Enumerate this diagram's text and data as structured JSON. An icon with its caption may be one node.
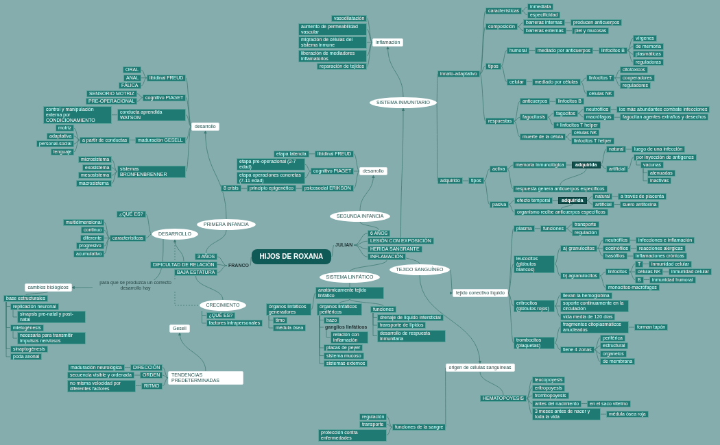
{
  "diagram": {
    "nodes": [
      {
        "text": [
          "HIJOS DE ROXANA"
        ]
      },
      {
        "text": [
          "FRANCO"
        ]
      },
      {
        "text": [
          "3 AÑOS"
        ]
      },
      {
        "text": [
          "DIFICULTAD DE RELACIÓN"
        ]
      },
      {
        "text": [
          "BAJA ESTATURA"
        ]
      },
      {
        "text": [
          "PRIMERA INFANCIA"
        ]
      },
      {
        "text": [
          "desarrollo"
        ]
      },
      {
        "text": [
          "libidinal FREUD"
        ]
      },
      {
        "text": [
          "ORAL"
        ]
      },
      {
        "text": [
          "ANAL"
        ]
      },
      {
        "text": [
          "FÁLICA"
        ]
      },
      {
        "text": [
          "cognitivo PIAGET"
        ]
      },
      {
        "text": [
          "SENSORIO MOTRIZ"
        ]
      },
      {
        "text": [
          "PRE-OPERACIONAL"
        ]
      },
      {
        "text": [
          "conducta aprendida WATSON"
        ]
      },
      {
        "text": [
          "control y manipulación externa por CONDICIONAMIENTO"
        ]
      },
      {
        "text": [
          "maduración GESELL"
        ]
      },
      {
        "text": [
          "a partir de conductas"
        ]
      },
      {
        "text": [
          "motriz"
        ]
      },
      {
        "text": [
          "adaptativa"
        ]
      },
      {
        "text": [
          "personal-social"
        ]
      },
      {
        "text": [
          "lenguaje"
        ]
      },
      {
        "text": [
          "sistemas BRONFENBRENNER"
        ]
      },
      {
        "text": [
          "microsistema"
        ]
      },
      {
        "text": [
          "exosistema"
        ]
      },
      {
        "text": [
          "mesosistema"
        ]
      },
      {
        "text": [
          "macrosistema"
        ]
      },
      {
        "text": [
          "DESARROLLO"
        ]
      },
      {
        "text": [
          "¿QUÉ ES?"
        ]
      },
      {
        "text": [
          "características"
        ]
      },
      {
        "text": [
          "multidimensional"
        ]
      },
      {
        "text": [
          "continuo"
        ]
      },
      {
        "text": [
          "diferente"
        ]
      },
      {
        "text": [
          "progresivo"
        ]
      },
      {
        "text": [
          "acumulativo"
        ]
      },
      {
        "text": [
          "cambios biológicos"
        ]
      },
      {
        "text": [
          "base estructurales"
        ]
      },
      {
        "text": [
          "replicación neuronal"
        ]
      },
      {
        "text": [
          "sinapsis pre-natal y post-natal"
        ]
      },
      {
        "text": [
          "mielogénesis"
        ]
      },
      {
        "text": [
          "necesaria para transmitir impulsos nerviosos"
        ]
      },
      {
        "text": [
          "sinaptogénesis"
        ]
      },
      {
        "text": [
          "poda axonal"
        ]
      },
      {
        "text": [
          "CRECIMIENTO"
        ]
      },
      {
        "text": [
          "¿QUÉ ES?"
        ]
      },
      {
        "text": [
          "factores intrapersonales"
        ]
      },
      {
        "text": [
          "Gesell"
        ]
      },
      {
        "text": [
          "TENDENCIAS PREDETERMINADAS"
        ]
      },
      {
        "text": [
          "DIRECCIÓN"
        ]
      },
      {
        "text": [
          "maduración neurológica"
        ]
      },
      {
        "text": [
          "ORDEN"
        ]
      },
      {
        "text": [
          "secuencia visible y ordenada"
        ]
      },
      {
        "text": [
          "RITMO"
        ]
      },
      {
        "text": [
          "no misma velocidad por diferentes factores"
        ]
      },
      {
        "text": [
          "JULIAN"
        ]
      },
      {
        "text": [
          "6 AÑOS"
        ]
      },
      {
        "text": [
          "LESIÓN CON EXPOSICIÓN"
        ]
      },
      {
        "text": [
          "HERIDA SANGRANTE"
        ]
      },
      {
        "text": [
          "INFLAMACIÓN"
        ]
      },
      {
        "text": [
          "SEGUNDA INFANCIA"
        ]
      },
      {
        "text": [
          "desarrollo"
        ]
      },
      {
        "text": [
          "libidinal FREUD"
        ]
      },
      {
        "text": [
          "etapa latencia"
        ]
      },
      {
        "text": [
          "cognitivo PIAGET"
        ]
      },
      {
        "text": [
          "etapa pre-operacional (2-7 edad)"
        ]
      },
      {
        "text": [
          "etapa operaciones concretas (7-11 edad)"
        ]
      },
      {
        "text": [
          "psicosocial ERIKSON"
        ]
      },
      {
        "text": [
          "principio epigenético"
        ]
      },
      {
        "text": [
          "8 crisis"
        ]
      },
      {
        "text": [
          "SISTEMA INMUNITARIO"
        ]
      },
      {
        "text": [
          "inflamación"
        ]
      },
      {
        "text": [
          "vasodilatación"
        ]
      },
      {
        "text": [
          "aumento de permeabilidad vascular"
        ]
      },
      {
        "text": [
          "migración de células del sistema inmune"
        ]
      },
      {
        "text": [
          "liberación de mediadores inflamatorios"
        ]
      },
      {
        "text": [
          "reparación de tejidos"
        ]
      },
      {
        "text": [
          "innato-adaptativo"
        ]
      },
      {
        "text": [
          "características"
        ]
      },
      {
        "text": [
          "inmediata"
        ]
      },
      {
        "text": [
          "especificidad"
        ]
      },
      {
        "text": [
          "composición"
        ]
      },
      {
        "text": [
          "barreras internas"
        ]
      },
      {
        "text": [
          "producen anticuerpos"
        ]
      },
      {
        "text": [
          "barreras externas"
        ]
      },
      {
        "text": [
          "piel y mucosas"
        ]
      },
      {
        "text": [
          "tipos"
        ]
      },
      {
        "text": [
          "humoral"
        ]
      },
      {
        "text": [
          "mediado por anticuerpos"
        ]
      },
      {
        "text": [
          "linfocitos B"
        ]
      },
      {
        "text": [
          "vírgenes"
        ]
      },
      {
        "text": [
          "de memoria"
        ]
      },
      {
        "text": [
          "plasmáticas"
        ]
      },
      {
        "text": [
          "reguladoras"
        ]
      },
      {
        "text": [
          "celular"
        ]
      },
      {
        "text": [
          "mediado por células"
        ]
      },
      {
        "text": [
          "linfocitos T"
        ]
      },
      {
        "text": [
          "citotóxicos"
        ]
      },
      {
        "text": [
          "cooperadores"
        ]
      },
      {
        "text": [
          "reguladores"
        ]
      },
      {
        "text": [
          "células NK"
        ]
      },
      {
        "text": [
          "respuestas"
        ]
      },
      {
        "text": [
          "anticuerpos"
        ]
      },
      {
        "text": [
          "linfocitos B"
        ]
      },
      {
        "text": [
          "fagocitosis"
        ]
      },
      {
        "text": [
          "fagocitos"
        ]
      },
      {
        "text": [
          "neutrófilos"
        ]
      },
      {
        "text": [
          "los más abundantes combate infecciones"
        ]
      },
      {
        "text": [
          "macrófagos"
        ]
      },
      {
        "text": [
          "fagocitan agentes extraños y desechos"
        ]
      },
      {
        "text": [
          "+ linfocitos T helper"
        ]
      },
      {
        "text": [
          "muerte de la célula"
        ]
      },
      {
        "text": [
          "células NK"
        ]
      },
      {
        "text": [
          "linfocitos T helper"
        ]
      },
      {
        "text": [
          "adquirido"
        ]
      },
      {
        "text": [
          "tipos"
        ]
      },
      {
        "text": [
          "activa"
        ]
      },
      {
        "text": [
          "memoria inmunológica"
        ]
      },
      {
        "text": [
          "respuesta genera anticuerpos específicos"
        ]
      },
      {
        "text": [
          "adquirida"
        ]
      },
      {
        "text": [
          "natural"
        ]
      },
      {
        "text": [
          "luego de una infección"
        ]
      },
      {
        "text": [
          "artificial"
        ]
      },
      {
        "text": [
          "por inyección de antígenos"
        ]
      },
      {
        "text": [
          "vacunas"
        ]
      },
      {
        "text": [
          "atenuadas"
        ]
      },
      {
        "text": [
          "inactivas"
        ]
      },
      {
        "text": [
          "pasiva"
        ]
      },
      {
        "text": [
          "efecto temporal"
        ]
      },
      {
        "text": [
          "organismo recibe anticuerpos específicos"
        ]
      },
      {
        "text": [
          "adquirida"
        ]
      },
      {
        "text": [
          "natural"
        ]
      },
      {
        "text": [
          "a través de placenta"
        ]
      },
      {
        "text": [
          "artificial"
        ]
      },
      {
        "text": [
          "suero antitoxina"
        ]
      },
      {
        "text": [
          "TEJIDO SANGUÍNEO"
        ]
      },
      {
        "text": [
          "tejido conectivo líquido"
        ]
      },
      {
        "text": [
          "plasma"
        ]
      },
      {
        "text": [
          "funciones"
        ]
      },
      {
        "text": [
          "transporte"
        ]
      },
      {
        "text": [
          "regulación"
        ]
      },
      {
        "text": [
          "leucocitos (glóbulos blancos)"
        ]
      },
      {
        "text": [
          "a) granulocitos"
        ]
      },
      {
        "text": [
          "neutrófilos"
        ]
      },
      {
        "text": [
          "infecciones e inflamación"
        ]
      },
      {
        "text": [
          "eosinófilos"
        ]
      },
      {
        "text": [
          "reacciones alérgicas"
        ]
      },
      {
        "text": [
          "basófilos"
        ]
      },
      {
        "text": [
          "inflamaciones crónicas"
        ]
      },
      {
        "text": [
          "b) agranulocitos"
        ]
      },
      {
        "text": [
          "linfocitos"
        ]
      },
      {
        "text": [
          "T"
        ]
      },
      {
        "text": [
          "inmunidad celular"
        ]
      },
      {
        "text": [
          "células NK"
        ]
      },
      {
        "text": [
          "inmunidad celular"
        ]
      },
      {
        "text": [
          "B"
        ]
      },
      {
        "text": [
          "inmunidad humoral"
        ]
      },
      {
        "text": [
          "monocitos-macrófagos"
        ]
      },
      {
        "text": [
          "eritrocitos (glóbulos rojos)"
        ]
      },
      {
        "text": [
          "llevan la hemoglobina"
        ]
      },
      {
        "text": [
          "soporte continuamente en la circulación"
        ]
      },
      {
        "text": [
          "vida media de 120 días"
        ]
      },
      {
        "text": [
          "trombocitos (plaquetas)"
        ]
      },
      {
        "text": [
          "fragmentos citoplasmáticos anucleados"
        ]
      },
      {
        "text": [
          "forman tapón"
        ]
      },
      {
        "text": [
          "tiene 4 zonas"
        ]
      },
      {
        "text": [
          "periférica"
        ]
      },
      {
        "text": [
          "estructural"
        ]
      },
      {
        "text": [
          "organelos"
        ]
      },
      {
        "text": [
          "de membrana"
        ]
      },
      {
        "text": [
          "origen de células sanguíneas"
        ]
      },
      {
        "text": [
          "HEMATOPOYESIS"
        ]
      },
      {
        "text": [
          "leucopoyesis"
        ]
      },
      {
        "text": [
          "eritropoyesis"
        ]
      },
      {
        "text": [
          "trombopoyesis"
        ]
      },
      {
        "text": [
          "antes del nacimiento"
        ]
      },
      {
        "text": [
          "en el saco vitelino"
        ]
      },
      {
        "text": [
          "3 meses antes de nacer y toda la vida"
        ]
      },
      {
        "text": [
          "médula ósea roja"
        ]
      },
      {
        "text": [
          "funciones de la sangre"
        ]
      },
      {
        "text": [
          "regulación"
        ]
      },
      {
        "text": [
          "transporte"
        ]
      },
      {
        "text": [
          "protección contra enfermedades"
        ]
      },
      {
        "text": [
          "SISTEMA LINFÁTICO"
        ]
      },
      {
        "text": [
          "anatómicamente tejido linfático"
        ]
      },
      {
        "text": [
          "órganos linfáticos generadores"
        ]
      },
      {
        "text": [
          "timo"
        ]
      },
      {
        "text": [
          "médula ósea"
        ]
      },
      {
        "text": [
          "órganos linfáticos periféricos"
        ]
      },
      {
        "text": [
          "bazo"
        ]
      },
      {
        "text": [
          "ganglios linfáticos"
        ]
      },
      {
        "text": [
          "relación con inflamación"
        ]
      },
      {
        "text": [
          "placas de peyer"
        ]
      },
      {
        "text": [
          "sistema mucoso"
        ]
      },
      {
        "text": [
          "sistemas externos"
        ]
      },
      {
        "text": [
          "funciones"
        ]
      },
      {
        "text": [
          "drenaje de líquido intersticial"
        ]
      },
      {
        "text": [
          "transporte de lípidos"
        ]
      },
      {
        "text": [
          "desarrollo de respuesta inmunitaria"
        ]
      }
    ],
    "edges": [
      {
        "from": 0,
        "to": 1,
        "arrow": "none"
      },
      {
        "from": 1,
        "to": 2,
        "arrow": "none"
      },
      {
        "from": 1,
        "to": 3,
        "arrow": "none"
      },
      {
        "from": 1,
        "to": 4,
        "arrow": "none"
      },
      {
        "from": 2,
        "to": 5,
        "arrow": "none"
      },
      {
        "from": 5,
        "to": 6,
        "arrow": "to"
      },
      {
        "from": 6,
        "to": 7,
        "arrow": "none"
      },
      {
        "from": 7,
        "to": 8,
        "arrow": "none"
      },
      {
        "from": 7,
        "to": 9,
        "arrow": "none"
      },
      {
        "from": 7,
        "to": 10,
        "arrow": "none"
      },
      {
        "from": 6,
        "to": 11,
        "arrow": "none"
      },
      {
        "from": 11,
        "to": 12,
        "arrow": "none"
      },
      {
        "from": 11,
        "to": 13,
        "arrow": "none"
      },
      {
        "from": 6,
        "to": 14,
        "arrow": "none"
      },
      {
        "from": 14,
        "to": 15,
        "arrow": "none"
      },
      {
        "from": 6,
        "to": 16,
        "arrow": "none"
      },
      {
        "from": 16,
        "to": 17,
        "arrow": "none"
      },
      {
        "from": 17,
        "to": 18,
        "arrow": "none"
      },
      {
        "from": 17,
        "to": 19,
        "arrow": "none"
      },
      {
        "from": 17,
        "to": 20,
        "arrow": "none"
      },
      {
        "from": 17,
        "to": 21,
        "arrow": "none"
      },
      {
        "from": 6,
        "to": 22,
        "arrow": "none"
      },
      {
        "from": 22,
        "to": 23,
        "arrow": "none"
      },
      {
        "from": 22,
        "to": 24,
        "arrow": "none"
      },
      {
        "from": 22,
        "to": 25,
        "arrow": "none"
      },
      {
        "from": 22,
        "to": 26,
        "arrow": "none"
      },
      {
        "from": 3,
        "to": 27,
        "arrow": "to"
      },
      {
        "from": 27,
        "to": 28,
        "arrow": "none"
      },
      {
        "from": 27,
        "to": 29,
        "arrow": "none"
      },
      {
        "from": 29,
        "to": 30,
        "arrow": "none"
      },
      {
        "from": 29,
        "to": 31,
        "arrow": "none"
      },
      {
        "from": 29,
        "to": 32,
        "arrow": "none"
      },
      {
        "from": 29,
        "to": 33,
        "arrow": "none"
      },
      {
        "from": 29,
        "to": 34,
        "arrow": "none"
      },
      {
        "from": 27,
        "to": 35,
        "arrow": "to",
        "label": "para que se produzca un correcto desarrollo hay"
      },
      {
        "from": 35,
        "to": 36,
        "arrow": "none"
      },
      {
        "from": 36,
        "to": 37,
        "arrow": "none"
      },
      {
        "from": 37,
        "to": 38,
        "arrow": "none"
      },
      {
        "from": 36,
        "to": 39,
        "arrow": "none"
      },
      {
        "from": 39,
        "to": 40,
        "arrow": "none"
      },
      {
        "from": 36,
        "to": 41,
        "arrow": "none"
      },
      {
        "from": 36,
        "to": 42,
        "arrow": "none"
      },
      {
        "from": 4,
        "to": 43,
        "arrow": "none"
      },
      {
        "from": 27,
        "to": 43,
        "arrow": "none",
        "style": "dashed"
      },
      {
        "from": 43,
        "to": 44,
        "arrow": "none"
      },
      {
        "from": 43,
        "to": 45,
        "arrow": "none"
      },
      {
        "from": 47,
        "to": 46,
        "arrow": "to"
      },
      {
        "from": 47,
        "to": 48,
        "arrow": "none"
      },
      {
        "from": 48,
        "to": 49,
        "arrow": "none"
      },
      {
        "from": 47,
        "to": 50,
        "arrow": "none"
      },
      {
        "from": 50,
        "to": 51,
        "arrow": "none"
      },
      {
        "from": 47,
        "to": 52,
        "arrow": "none"
      },
      {
        "from": 52,
        "to": 53,
        "arrow": "none"
      },
      {
        "from": 0,
        "to": 54,
        "arrow": "none"
      },
      {
        "from": 54,
        "to": 55,
        "arrow": "none"
      },
      {
        "from": 54,
        "to": 56,
        "arrow": "none"
      },
      {
        "from": 54,
        "to": 57,
        "arrow": "none"
      },
      {
        "from": 54,
        "to": 58,
        "arrow": "none"
      },
      {
        "from": 55,
        "to": 59,
        "arrow": "none"
      },
      {
        "from": 59,
        "to": 60,
        "arrow": "to"
      },
      {
        "from": 60,
        "to": 61,
        "arrow": "none"
      },
      {
        "from": 61,
        "to": 62,
        "arrow": "none"
      },
      {
        "from": 60,
        "to": 63,
        "arrow": "none"
      },
      {
        "from": 63,
        "to": 64,
        "arrow": "none"
      },
      {
        "from": 63,
        "to": 65,
        "arrow": "none"
      },
      {
        "from": 60,
        "to": 66,
        "arrow": "none"
      },
      {
        "from": 66,
        "to": 67,
        "arrow": "none"
      },
      {
        "from": 67,
        "to": 68,
        "arrow": "none"
      },
      {
        "from": 56,
        "to": 69,
        "arrow": "to"
      },
      {
        "from": 69,
        "to": 70,
        "arrow": "to"
      },
      {
        "from": 70,
        "to": 71,
        "arrow": "none"
      },
      {
        "from": 70,
        "to": 72,
        "arrow": "none"
      },
      {
        "from": 70,
        "to": 73,
        "arrow": "none"
      },
      {
        "from": 70,
        "to": 74,
        "arrow": "none"
      },
      {
        "from": 70,
        "to": 75,
        "arrow": "none"
      },
      {
        "from": 69,
        "to": 76,
        "arrow": "none"
      },
      {
        "from": 76,
        "to": 77,
        "arrow": "none"
      },
      {
        "from": 77,
        "to": 78,
        "arrow": "none"
      },
      {
        "from": 77,
        "to": 79,
        "arrow": "none"
      },
      {
        "from": 76,
        "to": 80,
        "arrow": "none"
      },
      {
        "from": 80,
        "to": 81,
        "arrow": "none"
      },
      {
        "from": 81,
        "to": 82,
        "arrow": "none"
      },
      {
        "from": 80,
        "to": 83,
        "arrow": "none"
      },
      {
        "from": 83,
        "to": 84,
        "arrow": "none"
      },
      {
        "from": 76,
        "to": 85,
        "arrow": "none"
      },
      {
        "from": 85,
        "to": 86,
        "arrow": "none"
      },
      {
        "from": 86,
        "to": 87,
        "arrow": "none"
      },
      {
        "from": 87,
        "to": 88,
        "arrow": "none"
      },
      {
        "from": 88,
        "to": 89,
        "arrow": "none"
      },
      {
        "from": 88,
        "to": 90,
        "arrow": "none"
      },
      {
        "from": 88,
        "to": 91,
        "arrow": "none"
      },
      {
        "from": 88,
        "to": 92,
        "arrow": "none"
      },
      {
        "from": 85,
        "to": 93,
        "arrow": "none"
      },
      {
        "from": 93,
        "to": 94,
        "arrow": "none"
      },
      {
        "from": 94,
        "to": 95,
        "arrow": "none"
      },
      {
        "from": 95,
        "to": 96,
        "arrow": "none"
      },
      {
        "from": 95,
        "to": 97,
        "arrow": "none"
      },
      {
        "from": 95,
        "to": 98,
        "arrow": "none"
      },
      {
        "from": 94,
        "to": 99,
        "arrow": "none"
      },
      {
        "from": 76,
        "to": 100,
        "arrow": "none"
      },
      {
        "from": 100,
        "to": 101,
        "arrow": "none"
      },
      {
        "from": 101,
        "to": 102,
        "arrow": "none"
      },
      {
        "from": 100,
        "to": 103,
        "arrow": "none"
      },
      {
        "from": 103,
        "to": 104,
        "arrow": "none"
      },
      {
        "from": 104,
        "to": 105,
        "arrow": "none"
      },
      {
        "from": 105,
        "to": 106,
        "arrow": "none"
      },
      {
        "from": 104,
        "to": 107,
        "arrow": "none"
      },
      {
        "from": 107,
        "to": 108,
        "arrow": "none"
      },
      {
        "from": 103,
        "to": 109,
        "arrow": "none"
      },
      {
        "from": 100,
        "to": 110,
        "arrow": "none"
      },
      {
        "from": 110,
        "to": 111,
        "arrow": "none"
      },
      {
        "from": 110,
        "to": 112,
        "arrow": "none"
      },
      {
        "from": 69,
        "to": 113,
        "arrow": "none"
      },
      {
        "from": 113,
        "to": 114,
        "arrow": "none"
      },
      {
        "from": 114,
        "to": 115,
        "arrow": "none"
      },
      {
        "from": 115,
        "to": 116,
        "arrow": "none"
      },
      {
        "from": 115,
        "to": 117,
        "arrow": "none"
      },
      {
        "from": 116,
        "to": 118,
        "arrow": "none"
      },
      {
        "from": 117,
        "to": 118,
        "arrow": "none"
      },
      {
        "from": 118,
        "to": 119,
        "arrow": "none"
      },
      {
        "from": 119,
        "to": 120,
        "arrow": "none"
      },
      {
        "from": 118,
        "to": 121,
        "arrow": "none"
      },
      {
        "from": 121,
        "to": 122,
        "arrow": "none"
      },
      {
        "from": 122,
        "to": 123,
        "arrow": "none"
      },
      {
        "from": 123,
        "to": 124,
        "arrow": "none"
      },
      {
        "from": 123,
        "to": 125,
        "arrow": "none"
      },
      {
        "from": 114,
        "to": 126,
        "arrow": "none"
      },
      {
        "from": 126,
        "to": 127,
        "arrow": "none"
      },
      {
        "from": 126,
        "to": 128,
        "arrow": "none"
      },
      {
        "from": 127,
        "to": 129,
        "arrow": "none"
      },
      {
        "from": 128,
        "to": 129,
        "arrow": "none"
      },
      {
        "from": 129,
        "to": 130,
        "arrow": "none"
      },
      {
        "from": 130,
        "to": 131,
        "arrow": "none"
      },
      {
        "from": 129,
        "to": 132,
        "arrow": "none"
      },
      {
        "from": 132,
        "to": 133,
        "arrow": "none"
      },
      {
        "from": 57,
        "to": 134,
        "arrow": "none"
      },
      {
        "from": 134,
        "to": 135,
        "arrow": "to"
      },
      {
        "from": 135,
        "to": 136,
        "arrow": "none"
      },
      {
        "from": 136,
        "to": 137,
        "arrow": "none"
      },
      {
        "from": 137,
        "to": 138,
        "arrow": "none"
      },
      {
        "from": 137,
        "to": 139,
        "arrow": "none"
      },
      {
        "from": 135,
        "to": 140,
        "arrow": "none"
      },
      {
        "from": 140,
        "to": 141,
        "arrow": "none"
      },
      {
        "from": 141,
        "to": 142,
        "arrow": "none"
      },
      {
        "from": 142,
        "to": 143,
        "arrow": "none"
      },
      {
        "from": 141,
        "to": 144,
        "arrow": "none"
      },
      {
        "from": 144,
        "to": 145,
        "arrow": "none"
      },
      {
        "from": 141,
        "to": 146,
        "arrow": "none"
      },
      {
        "from": 146,
        "to": 147,
        "arrow": "none"
      },
      {
        "from": 140,
        "to": 148,
        "arrow": "none"
      },
      {
        "from": 148,
        "to": 149,
        "arrow": "none"
      },
      {
        "from": 149,
        "to": 150,
        "arrow": "none"
      },
      {
        "from": 150,
        "to": 151,
        "arrow": "none"
      },
      {
        "from": 149,
        "to": 152,
        "arrow": "none"
      },
      {
        "from": 152,
        "to": 153,
        "arrow": "none"
      },
      {
        "from": 149,
        "to": 154,
        "arrow": "none"
      },
      {
        "from": 154,
        "to": 155,
        "arrow": "none"
      },
      {
        "from": 148,
        "to": 156,
        "arrow": "none"
      },
      {
        "from": 135,
        "to": 157,
        "arrow": "none"
      },
      {
        "from": 157,
        "to": 158,
        "arrow": "none"
      },
      {
        "from": 157,
        "to": 159,
        "arrow": "none"
      },
      {
        "from": 157,
        "to": 160,
        "arrow": "none"
      },
      {
        "from": 135,
        "to": 161,
        "arrow": "none"
      },
      {
        "from": 161,
        "to": 162,
        "arrow": "none"
      },
      {
        "from": 162,
        "to": 163,
        "arrow": "none"
      },
      {
        "from": 161,
        "to": 164,
        "arrow": "none"
      },
      {
        "from": 164,
        "to": 165,
        "arrow": "none"
      },
      {
        "from": 164,
        "to": 166,
        "arrow": "none"
      },
      {
        "from": 164,
        "to": 167,
        "arrow": "none"
      },
      {
        "from": 164,
        "to": 168,
        "arrow": "none"
      },
      {
        "from": 134,
        "to": 169,
        "arrow": "to"
      },
      {
        "from": 169,
        "to": 170,
        "arrow": "none"
      },
      {
        "from": 170,
        "to": 171,
        "arrow": "none"
      },
      {
        "from": 170,
        "to": 172,
        "arrow": "none"
      },
      {
        "from": 170,
        "to": 173,
        "arrow": "none"
      },
      {
        "from": 170,
        "to": 174,
        "arrow": "none"
      },
      {
        "from": 174,
        "to": 175,
        "arrow": "none"
      },
      {
        "from": 170,
        "to": 176,
        "arrow": "none"
      },
      {
        "from": 176,
        "to": 177,
        "arrow": "none"
      },
      {
        "from": 169,
        "to": 178,
        "arrow": "none"
      },
      {
        "from": 178,
        "to": 179,
        "arrow": "none"
      },
      {
        "from": 178,
        "to": 180,
        "arrow": "none"
      },
      {
        "from": 178,
        "to": 181,
        "arrow": "none"
      },
      {
        "from": 58,
        "to": 182,
        "arrow": "none"
      },
      {
        "from": 182,
        "to": 183,
        "arrow": "none"
      },
      {
        "from": 183,
        "to": 184,
        "arrow": "none"
      },
      {
        "from": 184,
        "to": 185,
        "arrow": "none"
      },
      {
        "from": 184,
        "to": 186,
        "arrow": "none"
      },
      {
        "from": 183,
        "to": 187,
        "arrow": "none"
      },
      {
        "from": 187,
        "to": 188,
        "arrow": "none"
      },
      {
        "from": 187,
        "to": 189,
        "arrow": "none"
      },
      {
        "from": 189,
        "to": 190,
        "arrow": "none"
      },
      {
        "from": 187,
        "to": 191,
        "arrow": "none"
      },
      {
        "from": 187,
        "to": 192,
        "arrow": "none"
      },
      {
        "from": 187,
        "to": 193,
        "arrow": "none"
      },
      {
        "from": 183,
        "to": 194,
        "arrow": "none"
      },
      {
        "from": 194,
        "to": 195,
        "arrow": "none"
      },
      {
        "from": 194,
        "to": 196,
        "arrow": "none"
      },
      {
        "from": 194,
        "to": 197,
        "arrow": "none"
      }
    ]
  }
}
